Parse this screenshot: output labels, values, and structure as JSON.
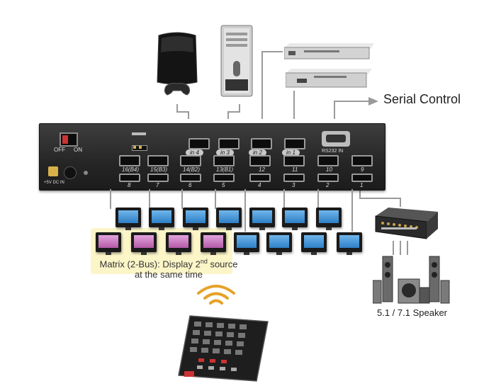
{
  "title": "",
  "serial_label": "Serial Control",
  "matrix_label_part1": "Matrix (2-Bus): Display 2",
  "matrix_label_sup": "nd",
  "matrix_label_part2": " source",
  "matrix_label_line2": "at the same time",
  "speaker_label": "5.1 / 7.1 Speaker",
  "device": {
    "power_off": "OFF",
    "power_on": "ON",
    "dc_in": "+5V DC IN",
    "rs232": "RS232 IN",
    "input_labels": [
      "in 4",
      "in 3",
      "in 2",
      "in 1"
    ],
    "outputs_top": [
      "16(B4)",
      "15(B3)",
      "14(B2)",
      "13(B1)",
      "12",
      "11",
      "10",
      "9"
    ],
    "outputs_bottom": [
      "8",
      "7",
      "6",
      "5",
      "4",
      "3",
      "2",
      "1"
    ]
  },
  "colors": {
    "screen_blue": "#4a9be0",
    "screen_pink": "#c77bbf",
    "highlight": "#fbf5c8",
    "remote_accent": "#e6a22a"
  },
  "icons": [
    "game-console-icon",
    "desktop-pc-icon",
    "dvd-player-icon",
    "blu-ray-player-icon",
    "av-receiver-icon",
    "speaker-icon",
    "remote-control-icon",
    "wifi-signal-icon",
    "monitor-icon"
  ]
}
